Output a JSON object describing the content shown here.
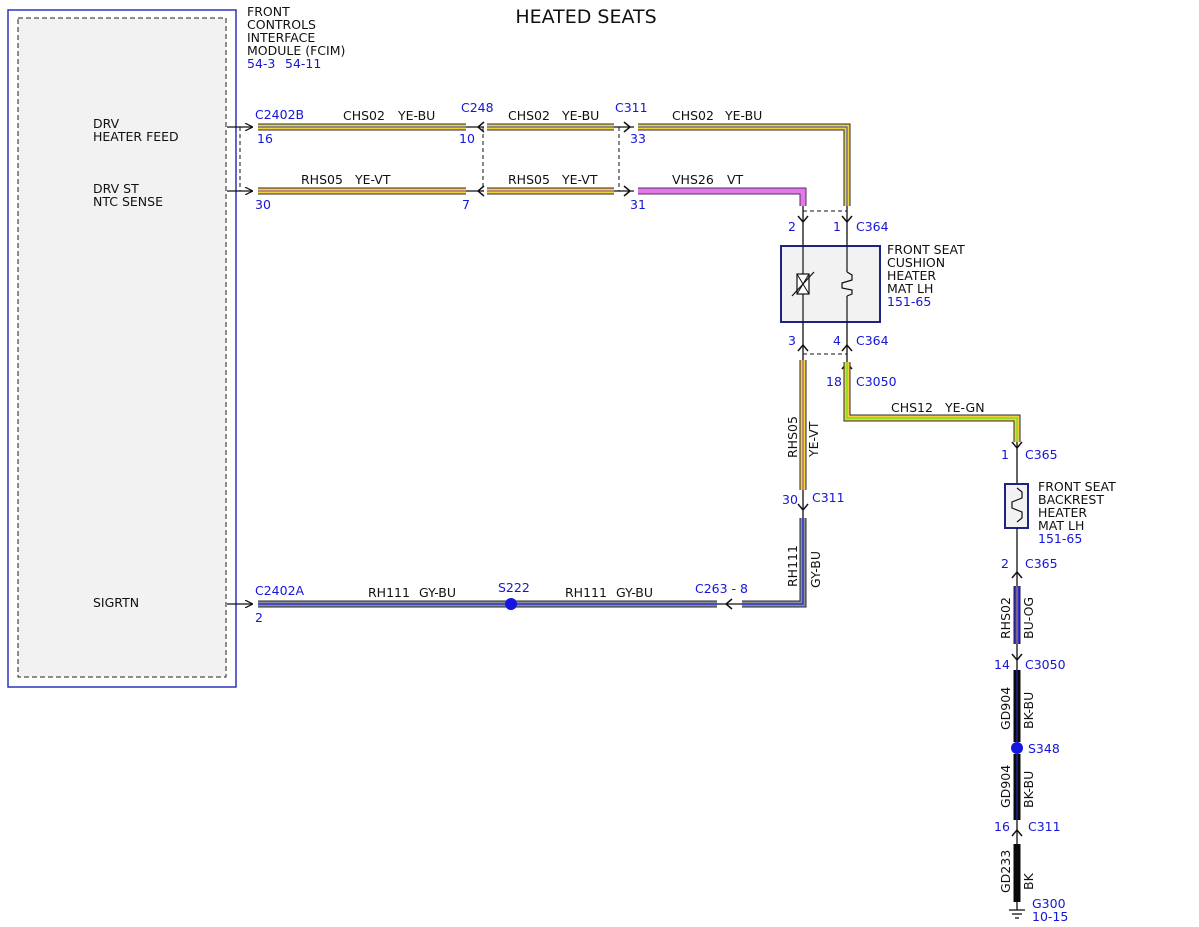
{
  "title": "HEATED SEATS",
  "module": {
    "name_lines": [
      "FRONT",
      "CONTROLS",
      "INTERFACE",
      "MODULE (FCIM)"
    ],
    "refs": [
      "54-3",
      "54-11"
    ],
    "pins": [
      {
        "name_lines": [
          "DRV",
          "HEATER FEED"
        ],
        "connector": "C2402B",
        "pin": "16"
      },
      {
        "name_lines": [
          "DRV ST",
          "NTC SENSE"
        ],
        "connector": "",
        "pin": "30"
      },
      {
        "name_lines": [
          "SIGRTN"
        ],
        "connector": "C2402A",
        "pin": "2"
      }
    ]
  },
  "wires": {
    "feed_1": {
      "circuit": "CHS02",
      "color": "YE-BU"
    },
    "feed_2": {
      "circuit": "CHS02",
      "color": "YE-BU"
    },
    "feed_3": {
      "circuit": "CHS02",
      "color": "YE-BU"
    },
    "ntc_1": {
      "circuit": "RHS05",
      "color": "YE-VT"
    },
    "ntc_2": {
      "circuit": "RHS05",
      "color": "YE-VT"
    },
    "ntc_3": {
      "circuit": "VHS26",
      "color": "VT"
    },
    "ntc_ret": {
      "circuit": "RHS05",
      "color": "YE-VT"
    },
    "sig_vertical": {
      "circuit": "RH111",
      "color": "GY-BU"
    },
    "sig_2": {
      "circuit": "RH111",
      "color": "GY-BU"
    },
    "sig_1": {
      "circuit": "RH111",
      "color": "GY-BU"
    },
    "cushion_to_backrest": {
      "circuit": "CHS12",
      "color": "YE-GN"
    },
    "backrest_out": {
      "circuit": "RHS02",
      "color": "BU-OG"
    },
    "ground_1": {
      "circuit": "GD904",
      "color": "BK-BU"
    },
    "ground_2": {
      "circuit": "GD904",
      "color": "BK-BU"
    },
    "ground_3": {
      "circuit": "GD233",
      "color": "BK"
    }
  },
  "connectors": {
    "c248": {
      "name": "C248",
      "pin_top": "10",
      "pin_bottom": "7"
    },
    "c311_top": {
      "name": "C311",
      "pin_top": "33",
      "pin_bottom": "31"
    },
    "c364_top": {
      "name": "C364",
      "pin_left": "2",
      "pin_right": "1"
    },
    "c364_bottom": {
      "name": "C364",
      "pin_left": "3",
      "pin_right": "4"
    },
    "c3050_top": {
      "name": "C3050",
      "pin": "18"
    },
    "c311_mid": {
      "name": "C311",
      "pin": "30"
    },
    "c263": {
      "name": "C263 - 8"
    },
    "c365_top": {
      "name": "C365",
      "pin": "1"
    },
    "c365_bottom": {
      "name": "C365",
      "pin": "2"
    },
    "c3050_bottom": {
      "name": "C3050",
      "pin": "14"
    },
    "c311_bottom": {
      "name": "C311",
      "pin": "16"
    }
  },
  "splices": {
    "s222": "S222",
    "s348": "S348"
  },
  "ground": {
    "name": "G300",
    "ref": "10-15"
  },
  "components": {
    "cushion": {
      "name_lines": [
        "FRONT SEAT",
        "CUSHION",
        "HEATER",
        "MAT LH"
      ],
      "ref": "151-65"
    },
    "backrest": {
      "name_lines": [
        "FRONT SEAT",
        "BACKREST",
        "HEATER",
        "MAT LH"
      ],
      "ref": "151-65"
    }
  },
  "wire_colors": {
    "YE": "#f2d23c",
    "BU_stripe": "#2b45c9",
    "VT": "#e17ae8",
    "GN_stripe": "#7ddc2a",
    "GY": "#8a8f99",
    "BU": "#2b33d6",
    "OG": "#d98a2b",
    "BK": "#0a0a0a",
    "ref_blue": "#1515d8",
    "module_border": "#2b33c0"
  }
}
